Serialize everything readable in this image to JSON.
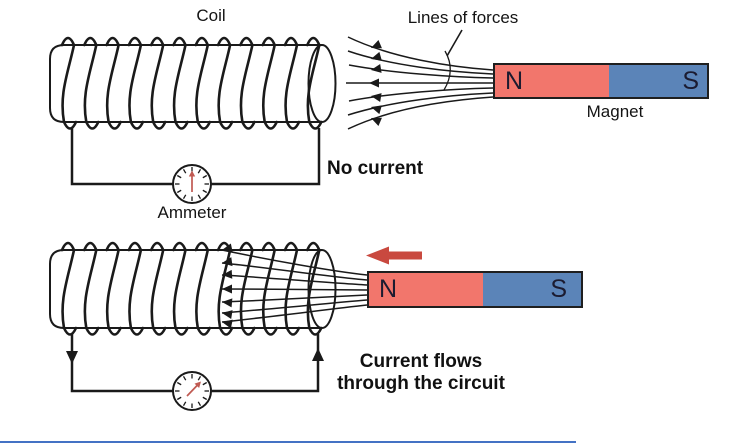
{
  "colors": {
    "line_art": "#1a1a1a",
    "north_pole": "#F2766C",
    "south_pole": "#5B84B8",
    "motion_arrow": "#C9493F",
    "needle_red": "#C05A52",
    "magnet_border": "#1f1f1f",
    "bottom_rule": "#4472C4"
  },
  "top_scene": {
    "coil_label": "Coil",
    "field_lines_label": "Lines of forces",
    "magnet_label": "Magnet",
    "status_label": "No current",
    "ammeter_label": "Ammeter",
    "magnet": {
      "north": "N",
      "south": "S"
    }
  },
  "bottom_scene": {
    "status_line1": "Current flows",
    "status_line2": "through the circuit",
    "magnet": {
      "north": "N",
      "south": "S"
    }
  }
}
